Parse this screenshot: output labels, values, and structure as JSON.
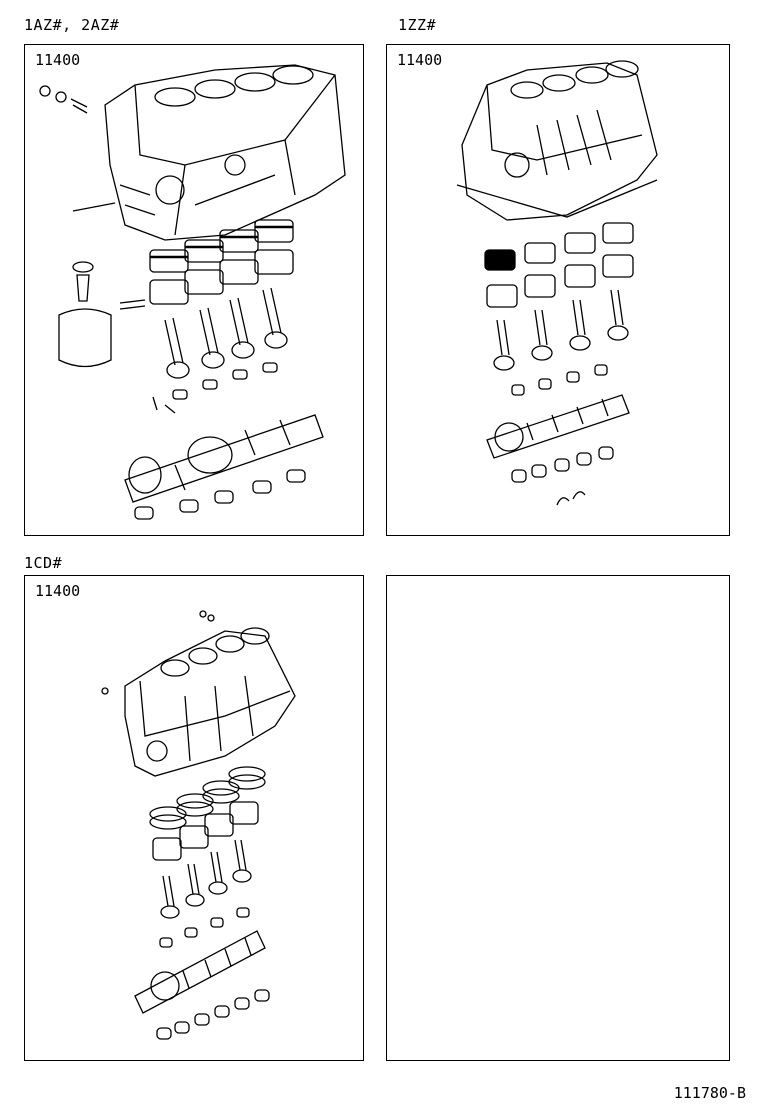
{
  "panels": [
    {
      "model": "1AZ#, 2AZ#",
      "part_number": "11400"
    },
    {
      "model": "1ZZ#",
      "part_number": "11400"
    },
    {
      "model": "1CD#",
      "part_number": "11400"
    },
    {
      "model": "",
      "part_number": ""
    }
  ],
  "diagram_id": "111780-B",
  "colors": {
    "ink": "#000000",
    "paper": "#ffffff"
  },
  "icons": [
    "engine-block-icon",
    "piston-icon",
    "connecting-rod-icon",
    "crankshaft-icon",
    "bearing-icon",
    "oil-filter-icon"
  ]
}
